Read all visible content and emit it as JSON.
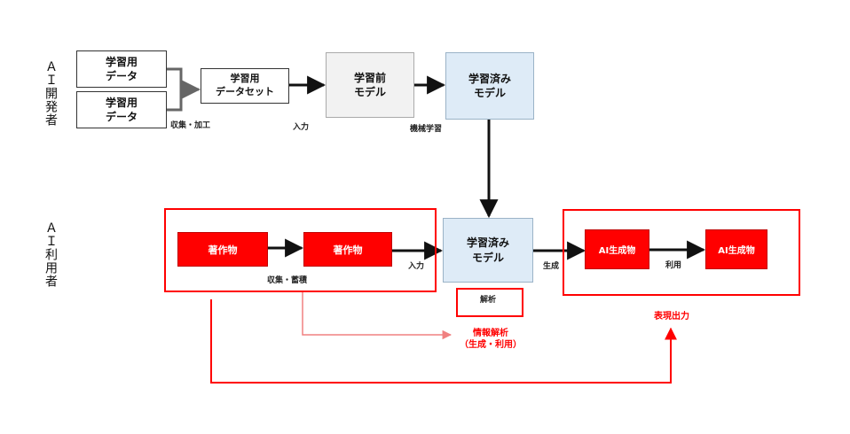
{
  "groups": {
    "developer": "ＡＩ開発者",
    "user": "ＡＩ利用者"
  },
  "dev": {
    "data1": "学習用\nデータ",
    "data2": "学習用\nデータ",
    "dataset": "学習用\nデータセット",
    "pre_model": "学習前\nモデル",
    "trained_model": "学習済み\nモデル",
    "collect_process": "収集・加工",
    "input": "入力",
    "machine_learning": "機械学習"
  },
  "use": {
    "work1": "著作物",
    "work2": "著作物",
    "collect_store": "収集・蓄積",
    "input": "入力",
    "trained_model": "学習済み\nモデル",
    "analysis": "解析",
    "generate": "生成",
    "ai_output1": "AI生成物",
    "ai_output2": "AI生成物",
    "use_label": "利用",
    "info_analysis": "情報解析\n（生成・利用）",
    "expression_output": "表現出力"
  },
  "colors": {
    "red": "#ff0000",
    "blue_fill": "#deebf7",
    "gray_fill": "#f2f2f2"
  }
}
